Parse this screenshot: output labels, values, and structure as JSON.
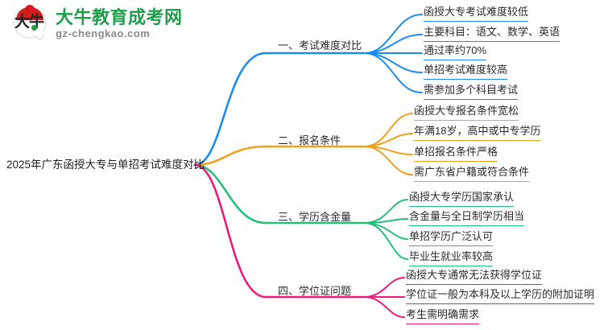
{
  "logo": {
    "name": "大牛教育成考网",
    "domain": "gz-chengkao.com",
    "mark_text": "大牛",
    "brand_green": "#1d9e4b",
    "brand_red": "#d61c1c"
  },
  "mindmap": {
    "root": "2025年广东函授大专与单招考试难度对比",
    "branches": [
      {
        "label": "一、考试难度对比",
        "color": "#1a8cf0",
        "leaves": [
          "函授大专考试难度较低",
          "主要科目：语文、数学、英语",
          "通过率约70%",
          "单招考试难度较高",
          "需参加多个科目考试"
        ]
      },
      {
        "label": "二、报名条件",
        "color": "#f0a020",
        "leaves": [
          "函授大专报名条件宽松",
          "年满18岁，高中或中专学历",
          "单招报名条件严格",
          "需广东省户籍或符合条件"
        ]
      },
      {
        "label": "三、学历含金量",
        "color": "#22c07a",
        "leaves": [
          "函授大专学历国家承认",
          "含金量与全日制学历相当",
          "单招学历广泛认可",
          "毕业生就业率较高"
        ]
      },
      {
        "label": "四、学位证问题",
        "color": "#ec1a7a",
        "leaves": [
          "函授大专通常无法获得学位证",
          "学位证一般为本科及以上学历的附加证明",
          "考生需明确需求"
        ]
      }
    ]
  }
}
